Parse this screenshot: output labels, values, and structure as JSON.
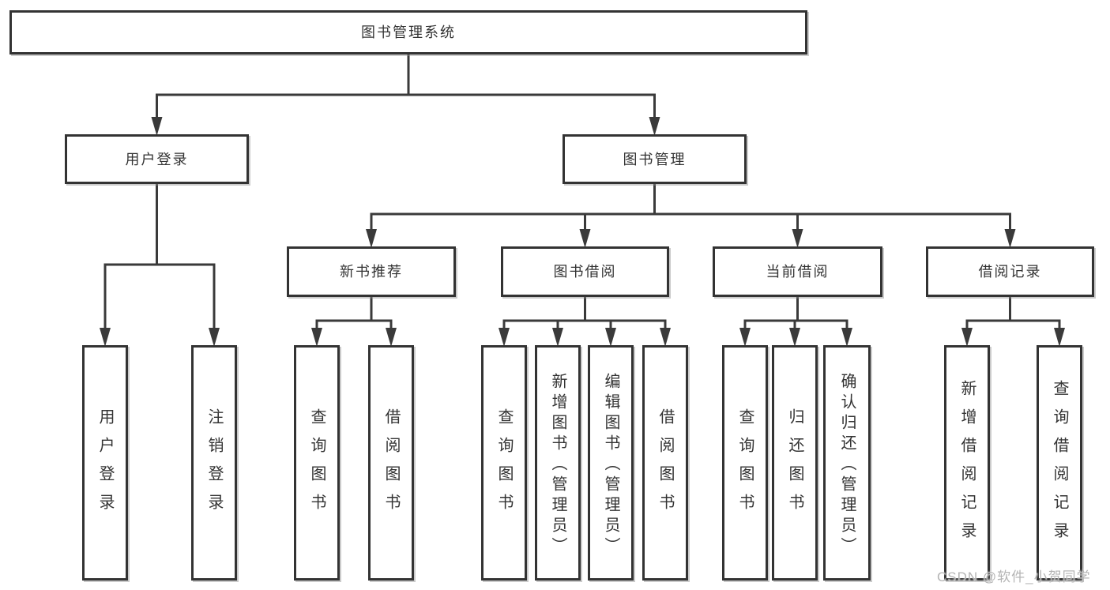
{
  "diagram": {
    "type": "tree",
    "title": "图书管理系统",
    "nodes": {
      "root": {
        "label": "图书管理系统"
      },
      "user_login": {
        "label": "用户登录"
      },
      "book_mgmt": {
        "label": "图书管理"
      },
      "new_book_rec": {
        "label": "新书推荐"
      },
      "book_borrow": {
        "label": "图书借阅"
      },
      "current_borrow": {
        "label": "当前借阅"
      },
      "borrow_records": {
        "label": "借阅记录"
      },
      "leaf_user_login": {
        "label": "用户登录"
      },
      "leaf_logout": {
        "label": "注销登录"
      },
      "rec_query_book": {
        "label": "查询图书"
      },
      "rec_borrow_book": {
        "label": "借阅图书"
      },
      "bb_query_book": {
        "label": "查询图书"
      },
      "bb_add_book": {
        "label": "新增图书（管理员）"
      },
      "bb_edit_book": {
        "label": "编辑图书（管理员）"
      },
      "bb_borrow_book": {
        "label": "借阅图书"
      },
      "cb_query_book": {
        "label": "查询图书"
      },
      "cb_return_book": {
        "label": "归还图书"
      },
      "cb_confirm_return": {
        "label": "确认归还（管理员）"
      },
      "br_add_record": {
        "label": "新增借阅记录"
      },
      "br_query_record": {
        "label": "查询借阅记录"
      }
    },
    "edges": [
      [
        "root",
        "user_login"
      ],
      [
        "root",
        "book_mgmt"
      ],
      [
        "user_login",
        "leaf_user_login"
      ],
      [
        "user_login",
        "leaf_logout"
      ],
      [
        "book_mgmt",
        "new_book_rec"
      ],
      [
        "book_mgmt",
        "book_borrow"
      ],
      [
        "book_mgmt",
        "current_borrow"
      ],
      [
        "book_mgmt",
        "borrow_records"
      ],
      [
        "new_book_rec",
        "rec_query_book"
      ],
      [
        "new_book_rec",
        "rec_borrow_book"
      ],
      [
        "book_borrow",
        "bb_query_book"
      ],
      [
        "book_borrow",
        "bb_add_book"
      ],
      [
        "book_borrow",
        "bb_edit_book"
      ],
      [
        "book_borrow",
        "bb_borrow_book"
      ],
      [
        "current_borrow",
        "cb_query_book"
      ],
      [
        "current_borrow",
        "cb_return_book"
      ],
      [
        "current_borrow",
        "cb_confirm_return"
      ],
      [
        "borrow_records",
        "br_add_record"
      ],
      [
        "borrow_records",
        "br_query_record"
      ]
    ]
  },
  "watermark": {
    "text": "CSDN @软件_小贺同学"
  },
  "colors": {
    "line": "#3a3a3a",
    "box_border": "#333333",
    "box_fill": "#ffffff",
    "text": "#333333",
    "watermark_text": "#b4b4b4",
    "background": "#ffffff"
  }
}
